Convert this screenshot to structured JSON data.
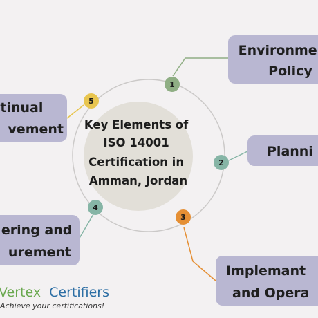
{
  "center": {
    "lines": [
      "Key Elements of",
      "ISO 14001",
      "Certification in",
      "Amman, Jordan"
    ]
  },
  "elements": [
    {
      "number": "1",
      "lines": [
        "Environme",
        "Policy"
      ],
      "badge_color": "#8fae84"
    },
    {
      "number": "2",
      "lines": [
        "Planni"
      ],
      "badge_color": "#86b5a6"
    },
    {
      "number": "3",
      "lines": [
        "Implemant",
        "and Opera"
      ],
      "badge_color": "#e58f34"
    },
    {
      "number": "4",
      "lines": [
        "ering and",
        "urement"
      ],
      "badge_color": "#86b5a6"
    },
    {
      "number": "5",
      "lines": [
        "tinual",
        "vement"
      ],
      "badge_color": "#e8c54f"
    }
  ],
  "colors": {
    "background": "#f3f1f2",
    "box_fill": "#b9b7d2",
    "center_fill": "#e2dfd8",
    "ring_stroke": "#c9c7c6"
  },
  "logo": {
    "brand_first": "Vertex",
    "brand_second": "Certifiers",
    "tagline": "Achieve your certifications!",
    "brand_first_color": "#6aa84f",
    "brand_second_color": "#2c6ea4"
  }
}
